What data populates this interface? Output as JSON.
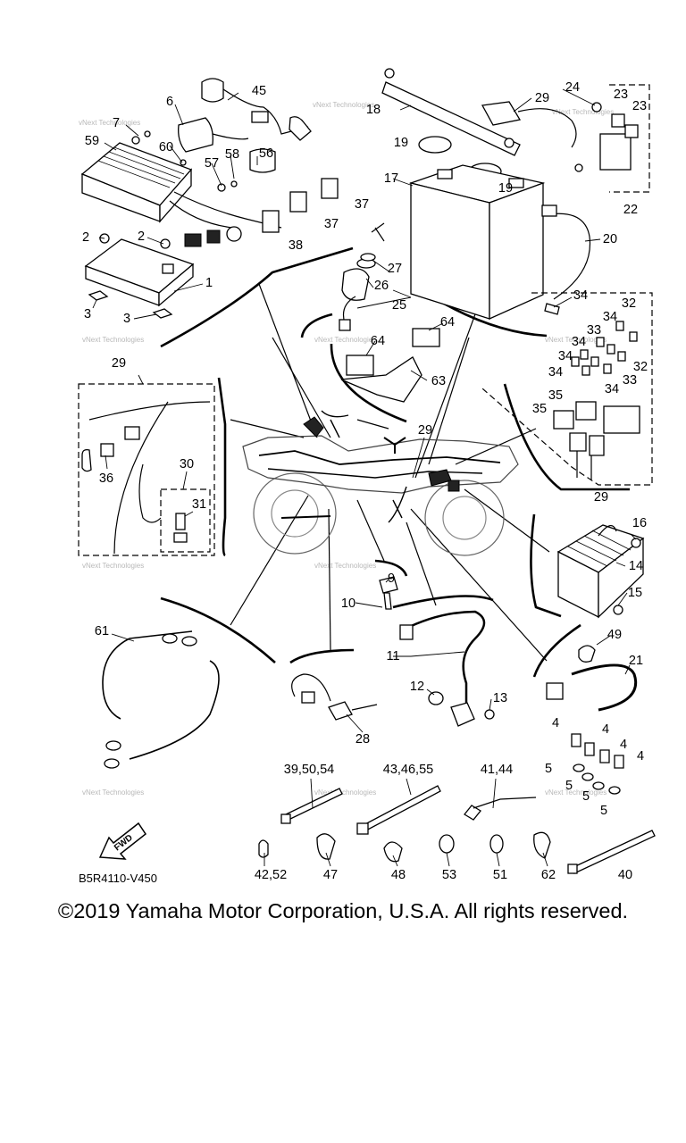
{
  "diagram": {
    "code": "B5R4110-V450",
    "fwd_label": "FWD",
    "watermark": "vNext Technologies",
    "callouts": {
      "c45": "45",
      "c6": "6",
      "c7": "7",
      "c59": "59",
      "c60": "60",
      "c56": "56",
      "c57": "57",
      "c58": "58",
      "c37a": "37",
      "c37b": "37",
      "c38": "38",
      "c2a": "2",
      "c2b": "2",
      "c1": "1",
      "c3a": "3",
      "c3b": "3",
      "c18": "18",
      "c29a": "29",
      "c24": "24",
      "c23a": "23",
      "c23b": "23",
      "c22": "22",
      "c19a": "19",
      "c19b": "19",
      "c17": "17",
      "c20": "20",
      "c34a": "34",
      "c27": "27",
      "c26": "26",
      "c25": "25",
      "c64a": "64",
      "c64b": "64",
      "c63": "63",
      "c32a": "32",
      "c34b": "34",
      "c33a": "33",
      "c34c": "34",
      "c34d": "34",
      "c32b": "32",
      "c34e": "34",
      "c33b": "33",
      "c34f": "34",
      "c35a": "35",
      "c35b": "35",
      "c29b": "29",
      "c29c": "29",
      "c29d": "29",
      "c30": "30",
      "c36": "36",
      "c31": "31",
      "c16": "16",
      "c14": "14",
      "c15": "15",
      "c9": "9",
      "c10": "10",
      "c61": "61",
      "c11": "11",
      "c12": "12",
      "c13": "13",
      "c49": "49",
      "c21": "21",
      "c4a": "4",
      "c4b": "4",
      "c4c": "4",
      "c4d": "4",
      "c5a": "5",
      "c5b": "5",
      "c5c": "5",
      "c5d": "5",
      "c28": "28",
      "c39": "39,50,54",
      "c43": "43,46,55",
      "c41": "41,44",
      "c42": "42,52",
      "c47": "47",
      "c48": "48",
      "c53": "53",
      "c51": "51",
      "c62": "62",
      "c40": "40"
    }
  },
  "copyright": "©2019 Yamaha Motor Corporation, U.S.A. All rights reserved."
}
